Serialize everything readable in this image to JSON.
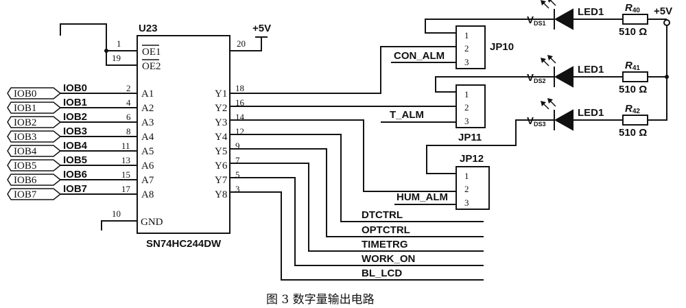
{
  "chip": {
    "ref": "U23",
    "part": "SN74HC244DW",
    "oe1": "OE1",
    "oe2": "OE2",
    "gnd": "GND",
    "pin_oe1": "1",
    "pin_oe2": "19",
    "pin_gnd": "10",
    "pin_vcc": "20",
    "inputs": [
      {
        "pin": "A1",
        "num": "2"
      },
      {
        "pin": "A2",
        "num": "4"
      },
      {
        "pin": "A3",
        "num": "6"
      },
      {
        "pin": "A4",
        "num": "8"
      },
      {
        "pin": "A5",
        "num": "11"
      },
      {
        "pin": "A6",
        "num": "13"
      },
      {
        "pin": "A7",
        "num": "15"
      },
      {
        "pin": "A8",
        "num": "17"
      }
    ],
    "outputs": [
      {
        "pin": "Y1",
        "num": "18"
      },
      {
        "pin": "Y2",
        "num": "16"
      },
      {
        "pin": "Y3",
        "num": "14"
      },
      {
        "pin": "Y4",
        "num": "12"
      },
      {
        "pin": "Y5",
        "num": "9"
      },
      {
        "pin": "Y6",
        "num": "7"
      },
      {
        "pin": "Y7",
        "num": "5"
      },
      {
        "pin": "Y8",
        "num": "3"
      }
    ]
  },
  "ports": [
    "IOB0",
    "IOB1",
    "IOB2",
    "IOB3",
    "IOB4",
    "IOB5",
    "IOB6",
    "IOB7"
  ],
  "nets": [
    "IOB0",
    "IOB1",
    "IOB2",
    "IOB3",
    "IOB4",
    "IOB5",
    "IOB6",
    "IOB7"
  ],
  "vcc_chip": "+5V",
  "vcc_right": "+5V",
  "signals": {
    "con_alm": "CON_ALM",
    "t_alm": "T_ALM",
    "hum_alm": "HUM_ALM",
    "outputs": [
      "DTCTRL",
      "OPTCTRL",
      "TIMETRG",
      "WORK_ON",
      "BL_LCD"
    ]
  },
  "jumpers": [
    {
      "name": "JP10",
      "pins": [
        "1",
        "2",
        "3"
      ]
    },
    {
      "name": "JP11",
      "pins": [
        "1",
        "2",
        "3"
      ]
    },
    {
      "name": "JP12",
      "pins": [
        "1",
        "2",
        "3"
      ]
    }
  ],
  "leds": [
    {
      "vds": "V",
      "sub": "DS1",
      "name": "LED1",
      "res_r": "R",
      "res_sub": "40",
      "res_val": "510 Ω"
    },
    {
      "vds": "V",
      "sub": "DS2",
      "name": "LED1",
      "res_r": "R",
      "res_sub": "41",
      "res_val": "510 Ω"
    },
    {
      "vds": "V",
      "sub": "DS3",
      "name": "LED1",
      "res_r": "R",
      "res_sub": "42",
      "res_val": "510 Ω"
    }
  ],
  "caption": "图 3   数字量输出电路"
}
